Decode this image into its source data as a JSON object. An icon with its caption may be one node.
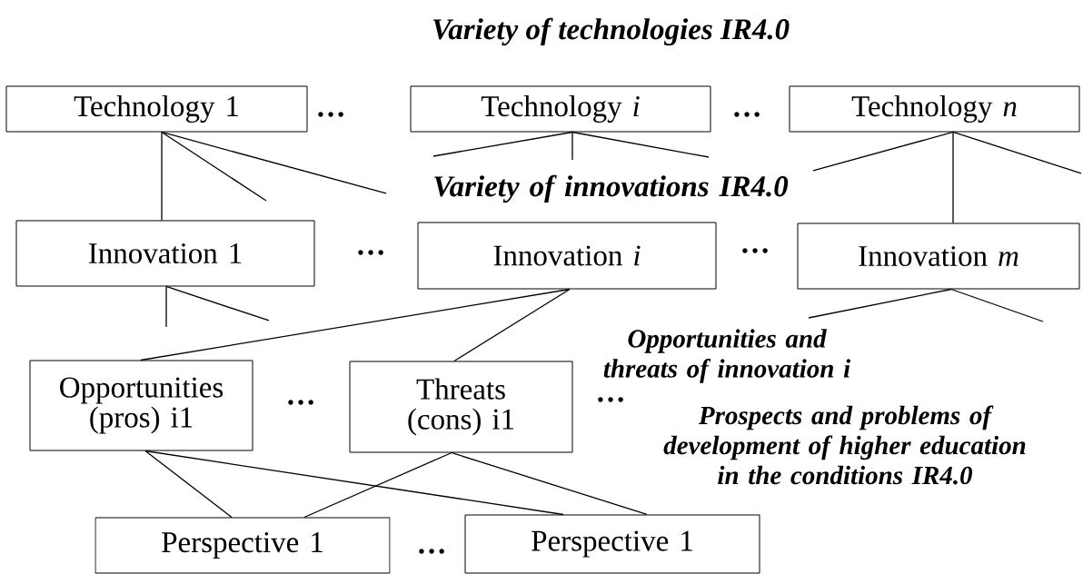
{
  "diagram": {
    "title": "Variety of technologies IR4.0",
    "nodes": [
      {
        "text": [
          "Technology 1"
        ]
      },
      {
        "text": [
          "Technology *i*"
        ]
      },
      {
        "text": [
          "Technology *n*"
        ]
      },
      {
        "text": [
          "Innovation 1"
        ]
      },
      {
        "text": [
          "Innovation *i*"
        ]
      },
      {
        "text": [
          "Innovation *m*"
        ]
      },
      {
        "text": [
          "Opportunities (pros) i1"
        ]
      },
      {
        "text": [
          "Threats (cons) i1"
        ]
      },
      {
        "text": [
          "Perspective 1"
        ]
      },
      {
        "text": [
          "Perspective 1"
        ]
      }
    ],
    "edges": [
      {
        "from": 0,
        "to": 3,
        "arrow": "none"
      },
      {
        "from": 0,
        "to": null,
        "arrow": "none"
      },
      {
        "from": 0,
        "to": null,
        "arrow": "none"
      },
      {
        "from": 1,
        "to": null,
        "arrow": "none"
      },
      {
        "from": 1,
        "to": null,
        "arrow": "none"
      },
      {
        "from": 1,
        "to": null,
        "arrow": "none"
      },
      {
        "from": 2,
        "to": null,
        "arrow": "none"
      },
      {
        "from": 2,
        "to": 5,
        "arrow": "none"
      },
      {
        "from": 2,
        "to": null,
        "arrow": "none"
      },
      {
        "from": 3,
        "to": null,
        "arrow": "none"
      },
      {
        "from": 3,
        "to": null,
        "arrow": "none"
      },
      {
        "from": 4,
        "to": 6,
        "arrow": "none"
      },
      {
        "from": 4,
        "to": 7,
        "arrow": "none"
      },
      {
        "from": 5,
        "to": null,
        "arrow": "none"
      },
      {
        "from": 5,
        "to": null,
        "arrow": "none"
      },
      {
        "from": 6,
        "to": 8,
        "arrow": "none"
      },
      {
        "from": 6,
        "to": 9,
        "arrow": "none"
      },
      {
        "from": 7,
        "to": 8,
        "arrow": "none"
      },
      {
        "from": 7,
        "to": 9,
        "arrow": "none"
      }
    ],
    "labels": [
      "…",
      "…",
      "Variety of innovations IR4.0",
      "…",
      "…",
      "Opportunities and threats of innovation i",
      "…",
      "…",
      "Prospects and problems of development of higher education in the conditions IR4.0",
      "…"
    ]
  }
}
